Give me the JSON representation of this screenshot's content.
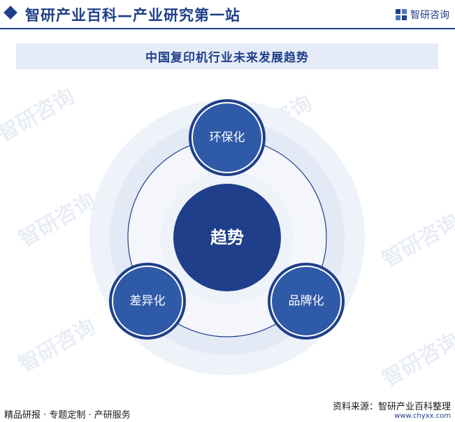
{
  "header": {
    "title": "智研产业百科—产业研究第一站",
    "brand": "智研咨询"
  },
  "main_title": "中国复印机行业未来发展趋势",
  "diagram": {
    "center": "趋势",
    "nodes": [
      "环保化",
      "品牌化",
      "差异化"
    ]
  },
  "watermark": "智研咨询",
  "footer": {
    "left": "精品研报 · 专题定制 · 产研服务",
    "source": "资料来源：智研产业百科整理",
    "url": "www.chyxx.com"
  },
  "colors": {
    "primary": "#1f3f8a",
    "node": "#2f5aa8",
    "ring_light": "#e8edf6"
  }
}
